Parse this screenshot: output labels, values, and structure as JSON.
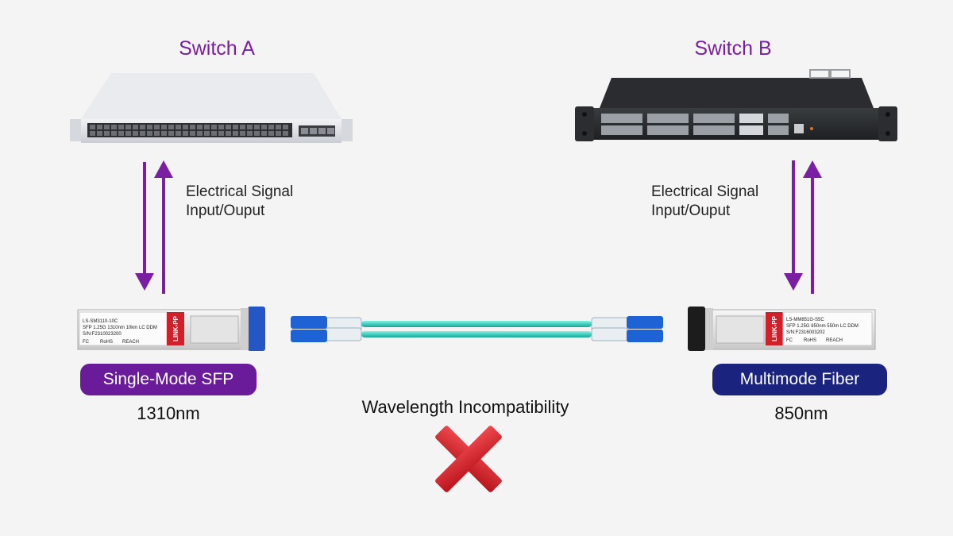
{
  "switch_a": {
    "title": "Switch A"
  },
  "switch_b": {
    "title": "Switch B"
  },
  "signal_left": {
    "line1": "Electrical Signal",
    "line2": "Input/Ouput"
  },
  "signal_right": {
    "line1": "Electrical Signal",
    "line2": "Input/Ouput"
  },
  "module_left": {
    "badge": "Single-Mode SFP",
    "wavelength": "1310nm",
    "badge_color": "#6a1b9a",
    "label_lines": [
      "LS-SM3110-10C",
      "SFP 1.25G 1310nm 10km LC DDM",
      "S/N:F2310023200"
    ],
    "brand": "LINK-PP",
    "marks": [
      "FC",
      "RoHS",
      "REACH"
    ]
  },
  "module_right": {
    "badge": "Multimode Fiber",
    "wavelength": "850nm",
    "badge_color": "#1a237e",
    "label_lines": [
      "LS-MM851G-S5C",
      "SFP 1.25G 850nm 550m LC DDM",
      "S/N:F2316003202"
    ],
    "brand": "LINK-PP",
    "marks": [
      "FC",
      "RoHS",
      "REACH"
    ]
  },
  "center": {
    "text": "Wavelength Incompatibility",
    "icon": "red-x-icon"
  },
  "colors": {
    "purple": "#7a1fa2",
    "cable": "#3fcfc0",
    "connector": "#1e63d6",
    "cross": "#d0202a"
  }
}
